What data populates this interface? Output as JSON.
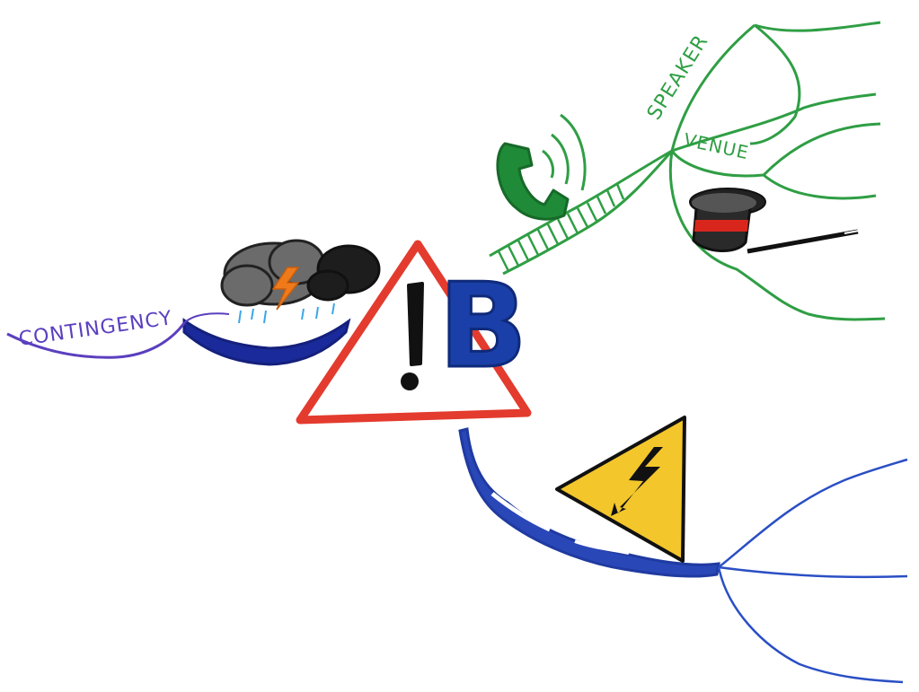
{
  "mindmap": {
    "central": {
      "mark": "!",
      "letter": "B"
    },
    "branches": [
      {
        "label": "CONTINGENCY",
        "color": "#5b3fbf",
        "icon": "storm-cloud-icon"
      },
      {
        "label": "SPEAKER",
        "color": "#2f9e44",
        "icon": "telephone-icon"
      },
      {
        "label": "VENUE",
        "color": "#2f9e44",
        "icon": "magic-hat-icon"
      },
      {
        "label": "",
        "color": "#2a4fc4",
        "icon": "high-voltage-warning-icon"
      }
    ]
  }
}
